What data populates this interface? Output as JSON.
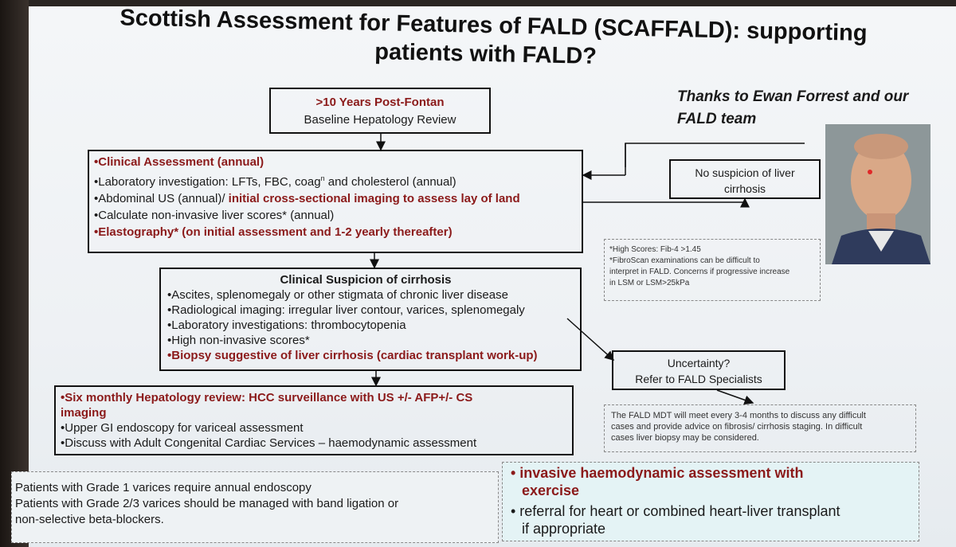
{
  "title": {
    "line1": "Scottish Assessment for Features of FALD (SCAFFALD): supporting",
    "line2": "patients with FALD?"
  },
  "thanks": {
    "line1": "Thanks to  Ewan Forrest and our",
    "line2": "FALD team"
  },
  "top_box": {
    "line1": ">10 Years Post-Fontan",
    "line2": "Baseline Hepatology Review"
  },
  "clinical_box": {
    "l1": "•Clinical Assessment (annual)",
    "l2": "•Laboratory investigation: LFTs, FBC, coag",
    "l2_sup": "n",
    "l2_end": " and cholesterol (annual)",
    "l3a": "•Abdominal US (annual)/ ",
    "l3b": "initial cross-sectional imaging to assess lay of land",
    "l4": "•Calculate non-invasive liver scores* (annual)",
    "l5": "•Elastography* (on initial assessment and 1-2 yearly thereafter)"
  },
  "no_suspicion": {
    "line1": "No suspicion of liver",
    "line2": "cirrhosis"
  },
  "scores_note": {
    "l1": "*High Scores: Fib-4 >1.45",
    "l2": "*FibroScan examinations can be difficult to",
    "l3": "interpret in FALD. Concerns if progressive increase",
    "l4": "in LSM or LSM>25kPa"
  },
  "suspicion_box": {
    "heading": "Clinical Suspicion of cirrhosis",
    "l1": "•Ascites, splenomegaly or other stigmata of chronic liver disease",
    "l2": "•Radiological imaging: irregular liver contour, varices, splenomegaly",
    "l3": "•Laboratory investigations: thrombocytopenia",
    "l4": "•High non-invasive scores*",
    "l5": "•Biopsy suggestive of liver cirrhosis (cardiac transplant work-up)"
  },
  "uncertainty": {
    "line1": "Uncertainty?",
    "line2": "Refer to  FALD Specialists"
  },
  "mdt_note": {
    "l1": "The FALD MDT will meet every 3-4 months to discuss any difficult",
    "l2": "cases and provide advice on fibrosis/ cirrhosis staging. In difficult",
    "l3": "cases liver biopsy may be considered."
  },
  "six_monthly": {
    "l1": "•Six monthly Hepatology review: HCC surveillance with US +/- AFP+/- CS",
    "l1b": "imaging",
    "l2": "•Upper GI endoscopy for variceal assessment",
    "l3": "•Discuss with Adult Congenital Cardiac Services – haemodynamic assessment"
  },
  "varices_note": {
    "l1": "Patients with Grade 1 varices require annual endoscopy",
    "l2": "Patients with Grade 2/3 varices should be managed with band ligation or",
    "l3": "non-selective beta-blockers."
  },
  "invasive_note": {
    "l1": "• invasive haemodynamic assessment with",
    "l1b": "exercise",
    "l2": "• referral for  heart or combined heart-liver transplant",
    "l2b": "if appropriate"
  },
  "colors": {
    "accent_red": "#8b1a1a",
    "slide_bg": "#f1f4f6"
  }
}
